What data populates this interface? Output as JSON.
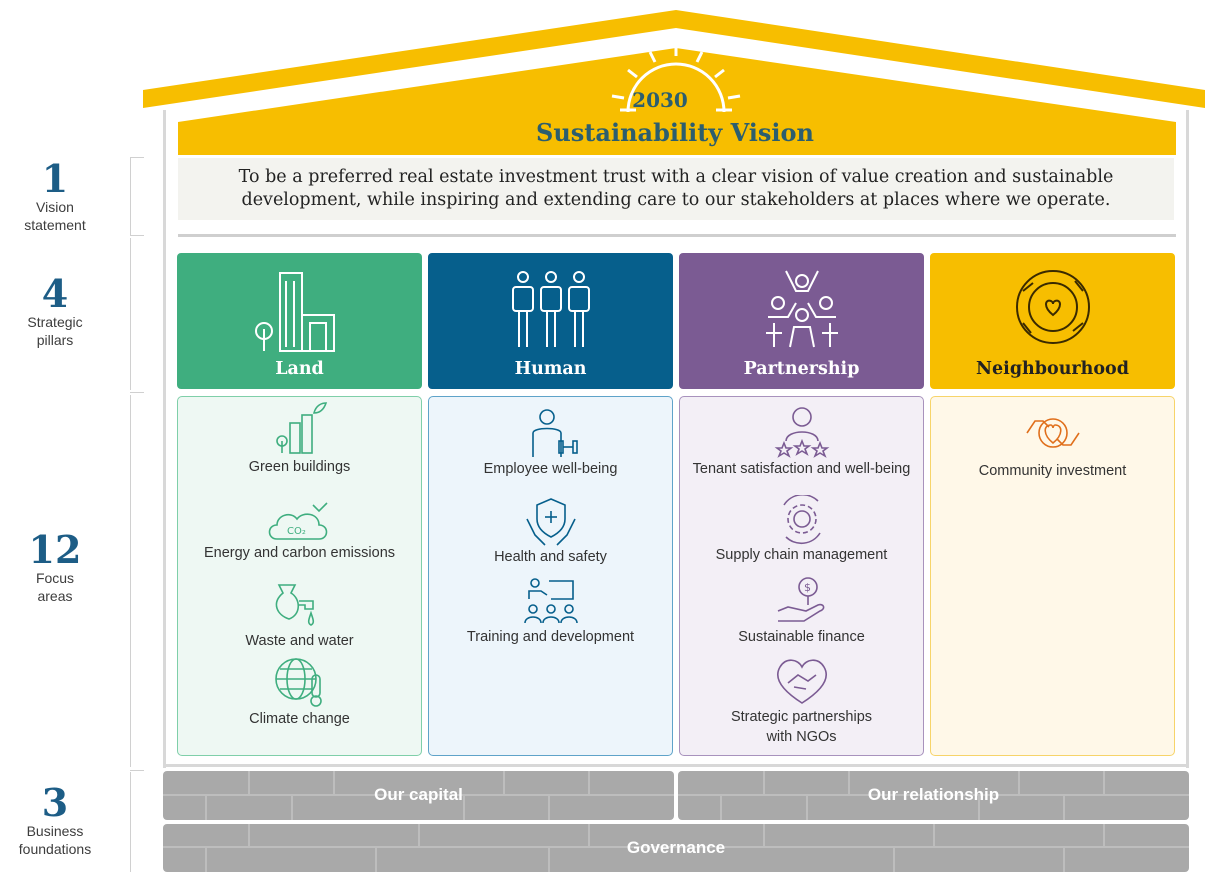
{
  "header": {
    "year": "2030",
    "title": "Sustainability Vision"
  },
  "vision_statement": "To be a preferred real estate investment trust with a clear vision of value creation and sustainable development, while inspiring and extending care to our stakeholders at places where we operate.",
  "side_labels": [
    {
      "number": "1",
      "label_line1": "Vision",
      "label_line2": "statement"
    },
    {
      "number": "4",
      "label_line1": "Strategic",
      "label_line2": "pillars"
    },
    {
      "number": "12",
      "label_line1": "Focus",
      "label_line2": "areas"
    },
    {
      "number": "3",
      "label_line1": "Business",
      "label_line2": "foundations"
    }
  ],
  "pillars": [
    {
      "name": "Land",
      "color": "#3fae7f",
      "icon": "buildings-tree-icon"
    },
    {
      "name": "Human",
      "color": "#065f8c",
      "icon": "people-group-icon"
    },
    {
      "name": "Partnership",
      "color": "#7b5b93",
      "icon": "partners-celebrate-icon"
    },
    {
      "name": "Neighbourhood",
      "color": "#f7be00",
      "icon": "hands-heart-circle-icon"
    }
  ],
  "focus_areas": {
    "land": [
      "Green buildings",
      "Energy and carbon emissions",
      "Waste and water",
      "Climate change"
    ],
    "human": [
      "Employee well-being",
      "Health and safety",
      "Training and development"
    ],
    "partnership": [
      "Tenant satisfaction and well-being",
      "Supply chain management",
      "Sustainable finance",
      "Strategic partnerships",
      "with NGOs"
    ],
    "neighbourhood": [
      "Community investment"
    ]
  },
  "foundations": {
    "capital": "Our capital",
    "relationship": "Our relationship",
    "governance": "Governance"
  },
  "colors": {
    "roof": "#f7be00",
    "title": "#2c5e6e",
    "land_bg": "#eef8f3",
    "human_bg": "#edf5fb",
    "partner_bg": "#f3eff6",
    "neigh_bg": "#fff8e8",
    "brick": "#a9a9a9"
  }
}
